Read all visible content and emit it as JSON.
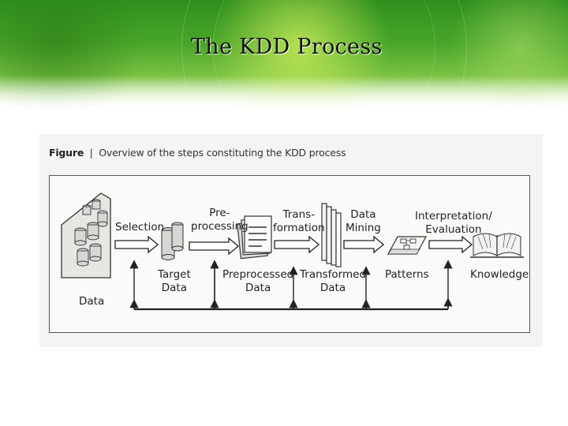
{
  "slide": {
    "title": "The KDD Process"
  },
  "figure": {
    "caption_prefix": "Figure",
    "caption_text": "Overview of the steps constituting the KDD process",
    "steps": [
      {
        "id": "selection",
        "label": "Selection"
      },
      {
        "id": "preprocessing",
        "label": "Pre-\nprocessing"
      },
      {
        "id": "transformation",
        "label": "Trans-\nformation"
      },
      {
        "id": "data-mining",
        "label": "Data\nMining"
      },
      {
        "id": "interpretation",
        "label": "Interpretation/\nEvaluation"
      }
    ],
    "artifacts": [
      {
        "id": "data",
        "label": "Data"
      },
      {
        "id": "target-data",
        "label": "Target\nData"
      },
      {
        "id": "preprocessed-data",
        "label": "Preprocessed\nData"
      },
      {
        "id": "transformed-data",
        "label": "Transformed\nData"
      },
      {
        "id": "patterns",
        "label": "Patterns"
      },
      {
        "id": "knowledge",
        "label": "Knowledge"
      }
    ]
  }
}
